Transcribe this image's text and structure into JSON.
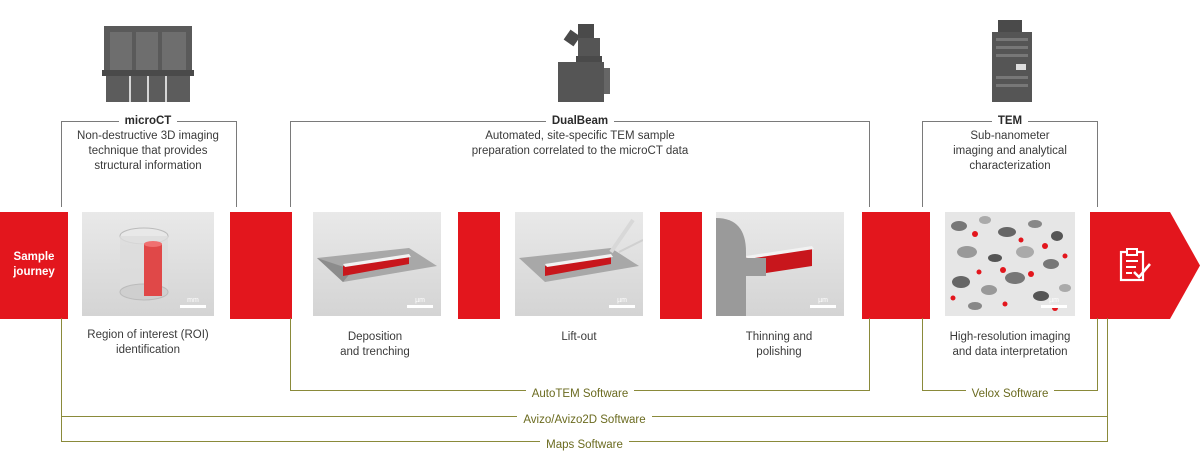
{
  "sections": {
    "microct": {
      "title": "microCT",
      "lines": [
        "Non-destructive 3D imaging",
        "technique that provides",
        "structural information"
      ]
    },
    "dualbeam": {
      "title": "DualBeam",
      "lines": [
        "Automated, site-specific TEM sample",
        "preparation correlated to the microCT data"
      ]
    },
    "tem": {
      "title": "TEM",
      "lines": [
        "Sub-nanometer",
        "imaging and analytical",
        "characterization"
      ]
    }
  },
  "journey": {
    "label_lines": [
      "Sample",
      "journey"
    ],
    "accent": "#e3161d",
    "end_icon": "checklist-icon"
  },
  "steps": [
    {
      "lines": [
        "Region of interest (ROI)",
        "identification"
      ],
      "scale": "mm"
    },
    {
      "lines": [
        "Deposition",
        "and trenching"
      ],
      "scale": "µm"
    },
    {
      "lines": [
        "Lift-out"
      ],
      "scale": "µm"
    },
    {
      "lines": [
        "Thinning and",
        "polishing"
      ],
      "scale": "µm"
    },
    {
      "lines": [
        "High-resolution imaging",
        "and data interpretation"
      ],
      "scale": "µm"
    }
  ],
  "software": {
    "autotem": "AutoTEM Software",
    "velox": "Velox Software",
    "avizo": "Avizo/Avizo2D Software",
    "maps": "Maps Software"
  },
  "colors": {
    "software_line": "#8a8a3a",
    "bracket": "#7a7a7a"
  }
}
